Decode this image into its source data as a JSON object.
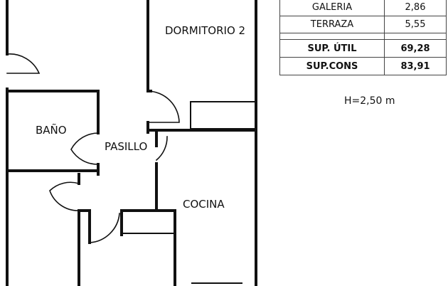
{
  "rooms": {
    "dormitorio2": "DORMITORIO 2",
    "bano": "BAÑO",
    "pasillo": "PASILLO",
    "cocina": "COCINA"
  },
  "areas": [
    {
      "name": "GALERIA",
      "value": "2,86"
    },
    {
      "name": "TERRAZA",
      "value": "5,55"
    }
  ],
  "totals": [
    {
      "name": "SUP. ÚTIL",
      "value": "69,28"
    },
    {
      "name": "SUP.CONS",
      "value": "83,91"
    }
  ],
  "height_note": "H=2,50 m"
}
